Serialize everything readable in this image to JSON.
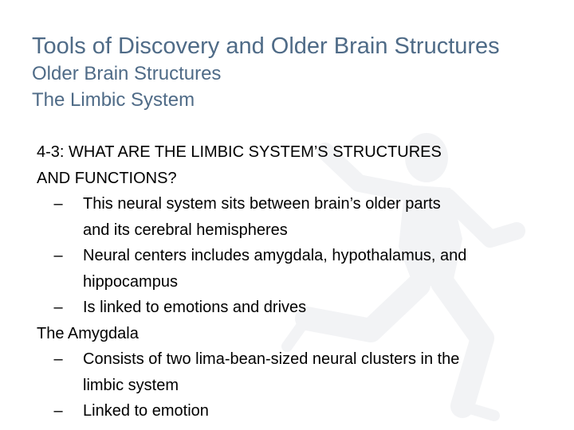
{
  "slide": {
    "title": "Tools of Discovery and Older Brain Structures",
    "subtitle_1": "Older Brain Structures",
    "subtitle_2": "The Limbic System"
  },
  "content": {
    "section_1": {
      "heading_line_1": "4-3: WHAT ARE THE LIMBIC SYSTEM’S STRUCTURES",
      "heading_line_2": "AND FUNCTIONS?",
      "bullets": [
        {
          "marker": "–",
          "line_1": "This neural system sits between brain’s older parts",
          "line_2": "and its cerebral hemispheres"
        },
        {
          "marker": "–",
          "line_1": "Neural centers includes amygdala, hypothalamus, and",
          "line_2": "hippocampus"
        },
        {
          "marker": "–",
          "line_1": "Is linked to emotions and drives"
        }
      ]
    },
    "section_2": {
      "heading_line_1": "The Amygdala",
      "bullets": [
        {
          "marker": "–",
          "line_1": "Consists of two lima-bean-sized neural clusters in the",
          "line_2": "limbic system"
        },
        {
          "marker": "–",
          "line_1": "Linked to emotion"
        }
      ]
    }
  },
  "colors": {
    "title": "#4f6b87",
    "body_text": "#000000",
    "watermark": "#f2f3f5",
    "background": "#ffffff"
  },
  "icons": {
    "watermark": "running-figure-icon"
  }
}
